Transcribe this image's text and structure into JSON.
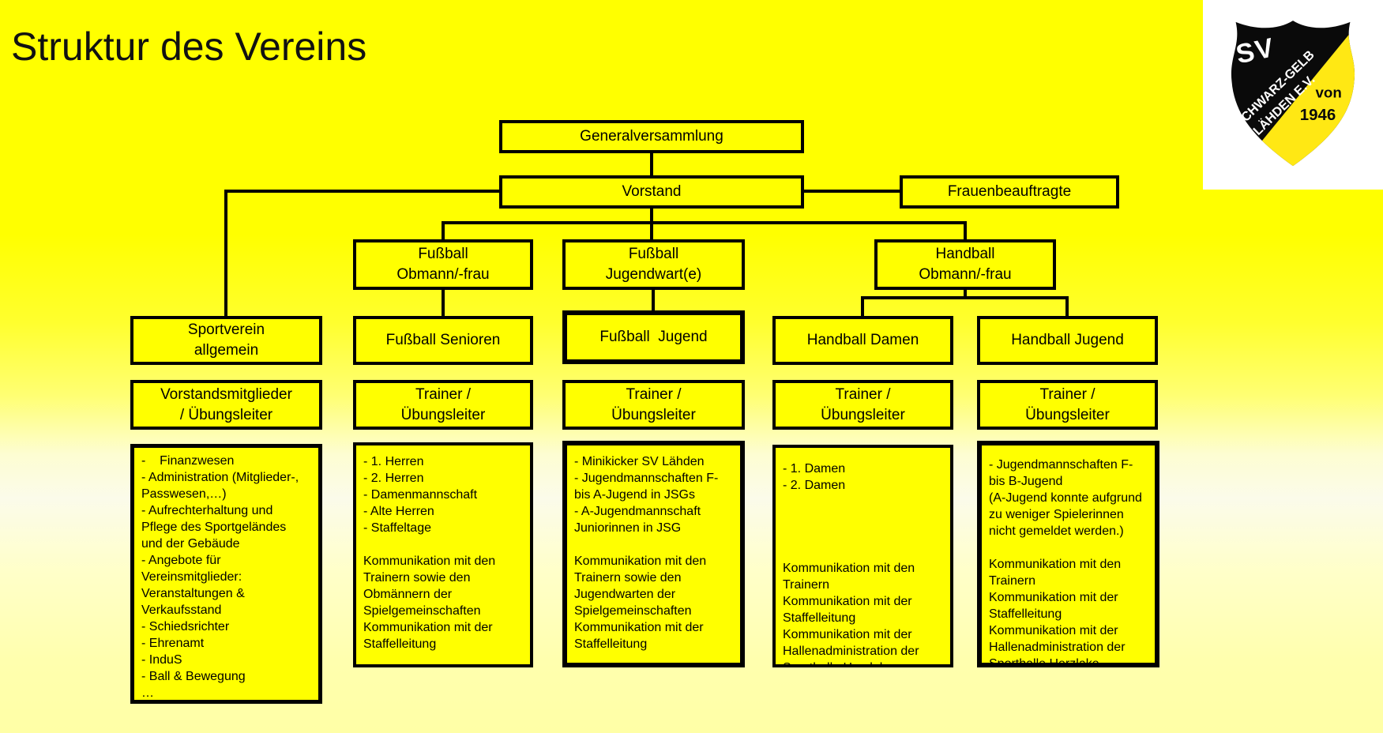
{
  "title": "Struktur des Vereins",
  "colors": {
    "background_top": "#FFFF00",
    "background_bottom": "#FFFFA6",
    "box_fill": "#FFFF00",
    "box_border": "#000000",
    "text": "#000000",
    "logo_panel": "#FFFFFF",
    "logo_shield": "#0A0A0A",
    "logo_band": "#FFE814"
  },
  "logo": {
    "sv": "SV",
    "name_line1": "SCHWARZ-GELB",
    "name_line2": "LÄHDEN E.V.",
    "founded_prefix": "von",
    "founded_year": "1946"
  },
  "org": {
    "generalversammlung": {
      "label": "Generalversammlung"
    },
    "vorstand": {
      "label": "Vorstand"
    },
    "frauenbeauftragte": {
      "label": "Frauenbeauftragte"
    },
    "fussball_obmann": {
      "label": "Fußball\nObmann/-frau"
    },
    "fussball_jugendwart": {
      "label": "Fußball\nJugendwart(e)"
    },
    "handball_obmann": {
      "label": "Handball\nObmann/-frau"
    },
    "sportverein_allgemein": {
      "label": "Sportverein\nallgemein"
    },
    "fussball_senioren": {
      "label": "Fußball Senioren"
    },
    "fussball_jugend": {
      "label": "Fußball  Jugend"
    },
    "handball_damen": {
      "label": "Handball Damen"
    },
    "handball_jugend": {
      "label": "Handball Jugend"
    },
    "vorstandsmitglieder": {
      "label": "Vorstandsmitglieder\n/ Übungsleiter"
    },
    "trainer_fussball_senioren": {
      "label": "Trainer /\nÜbungsleiter"
    },
    "trainer_fussball_jugend": {
      "label": "Trainer /\nÜbungsleiter"
    },
    "trainer_handball_damen": {
      "label": "Trainer /\nÜbungsleiter"
    },
    "trainer_handball_jugend": {
      "label": "Trainer /\nÜbungsleiter"
    },
    "detail_sportverein": {
      "text": "-    Finanzwesen\n- Administration (Mitglieder-,\nPasswesen,…)\n- Aufrechterhaltung und\nPflege des Sportgeländes\nund der Gebäude\n- Angebote für\nVereinsmitglieder:\nVeranstaltungen &\nVerkaufsstand\n- Schiedsrichter\n- Ehrenamt\n- InduS\n- Ball & Bewegung\n…"
    },
    "detail_fussball_senioren": {
      "text": "- 1. Herren\n- 2. Herren\n- Damenmannschaft\n- Alte Herren\n- Staffeltage\n\nKommunikation mit den\nTrainern sowie den\nObmännern der\nSpielgemeinschaften\nKommunikation mit der\nStaffelleitung"
    },
    "detail_fussball_jugend": {
      "text": "- Minikicker SV Lähden\n- Jugendmannschaften F-\nbis A-Jugend in JSGs\n- A-Jugendmannschaft\nJuniorinnen in JSG\n\nKommunikation mit den\nTrainern sowie den\nJugendwarten der\nSpielgemeinschaften\nKommunikation mit der\nStaffelleitung"
    },
    "detail_handball_damen": {
      "text": "- 1. Damen\n- 2. Damen\n\n\n\n\nKommunikation mit den\nTrainern\nKommunikation mit der\nStaffelleitung\nKommunikation mit der\nHallenadministration der\nSporthalle Herzlake"
    },
    "detail_handball_jugend": {
      "text": "- Jugendmannschaften F-\nbis B-Jugend\n(A-Jugend konnte aufgrund\nzu weniger Spielerinnen\nnicht gemeldet werden.)\n\nKommunikation mit den\nTrainern\nKommunikation mit der\nStaffelleitung\nKommunikation mit der\nHallenadministration der\nSporthalle Herzlake"
    },
    "edges": [
      "generalversammlung->vorstand",
      "vorstand->frauenbeauftragte",
      "vorstand->sportverein_allgemein",
      "vorstand->fussball_obmann",
      "vorstand->fussball_jugendwart",
      "vorstand->handball_obmann",
      "fussball_obmann->fussball_senioren",
      "fussball_jugendwart->fussball_jugend",
      "handball_obmann->handball_damen",
      "handball_obmann->handball_jugend"
    ]
  }
}
